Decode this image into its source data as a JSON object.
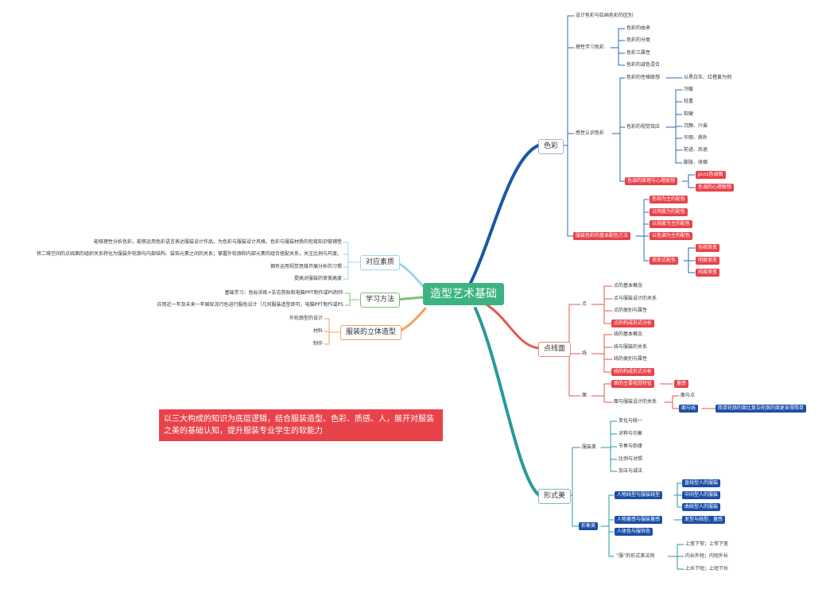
{
  "root": "造型艺术基础",
  "summary": "以三大构成的知识为底层逻辑，结合服装造型、色彩、质感、人，展开对服装之美的基础认知，提升服装专业学生的软能力",
  "colors": {
    "root": "#3cb381",
    "red_tag": "#e8434a",
    "blue_tag": "#1b4fa8",
    "branch_color": "#1858a6",
    "branch_dot": "#e35a4a",
    "branch_form": "#2a9a9a",
    "branch_quality": "#9fd3ee",
    "branch_method": "#7cc26a",
    "branch_3d": "#f0a35a"
  },
  "color": {
    "label": "色彩",
    "diff": "设计色彩与绘画色彩的区别",
    "rational": {
      "label": "理性学习色彩",
      "items": [
        "色彩的由来",
        "色彩的分类",
        "色彩三属性",
        "色彩的减色混合"
      ]
    },
    "perceptual": {
      "label": "感性认识色彩",
      "character": {
        "label": "色彩的性格联想",
        "note": "以黑白灰、红橙黄为例"
      },
      "visual": {
        "label": "色彩的视觉效应",
        "items": [
          "冷暖",
          "轻重",
          "软硬",
          "沉静、兴奋",
          "华丽、质朴",
          "前进、后退",
          "膨胀、收缩"
        ]
      },
      "psych": {
        "label": "色调的原理与心理联想",
        "items": [
          "pccs色调图",
          "色调的心理联想"
        ]
      }
    },
    "scheme": {
      "label": "服装色彩的基本配色方法",
      "items": [
        "色相为主的配色",
        "以明度为的配色",
        "以纯度为主的配色",
        "以色调为主的配色"
      ],
      "gradient": {
        "label": "渐变式配色",
        "items": [
          "色相渐变",
          "明度渐变",
          "纯度渐变"
        ]
      }
    }
  },
  "dotline": {
    "label": "点线面",
    "dot": {
      "label": "点",
      "items": [
        "点的基本概念",
        "点与服装设计的关系",
        "点的类别与属性",
        "点的构成形式分析"
      ]
    },
    "line": {
      "label": "线",
      "items": [
        "线的基本概念",
        "线与服装的关系",
        "线的类别与属性",
        "线的构成形式分析"
      ]
    },
    "plane": {
      "label": "面",
      "feature": "面的主要视觉特征",
      "feature_child": "量感",
      "relation": "面与服装设计的关系",
      "rel_items": [
        "面与点",
        "面与线"
      ],
      "line_child": "简单轮廓的面比复杂轮廓的面更显得简单"
    }
  },
  "form": {
    "label": "形式美",
    "clothing": {
      "label": "服装美",
      "items": [
        "变化与统一",
        "对称与均衡",
        "节奏与韵律",
        "比例与对照",
        "加法与减法"
      ]
    },
    "figure": {
      "label": "形象美",
      "a": {
        "label": "人物线型与服装线型",
        "items": [
          "直线型人的服装",
          "中间型人的服装",
          "曲线型人的服装"
        ]
      },
      "b": {
        "label": "人物量感与服装量感",
        "item": "发型与线型、量感"
      },
      "c": {
        "label": "人体色与服饰色"
      },
      "d": {
        "label": "“服”的形式美法则",
        "items": [
          "上宽下窄；上窄下宽",
          "内长外短；内短外长",
          "上长下短；上短下长"
        ]
      }
    }
  },
  "quality": {
    "label": "对应素质",
    "items": [
      "能够理性分析色彩，能够运用色彩语言表达服装设计作品，为色彩与服装设计风格、色彩与服装材质的衔接知识做铺垫",
      "将二维空间的点线面的组织关系转化为服装外轮廓与内部结构、装饰元素之间的关系；掌握外轮廓和内部元素的组合搭配关系，关注比例与尺度。",
      "拥有运用视觉思维开展分析的习惯",
      "提高对服装的审美高度"
    ]
  },
  "method": {
    "label": "学习方法",
    "items": [
      "基础学习：色标训练+杂志剪贴和电脑PPT制作或PS制作",
      "应用近一年及未来一年国际流行色进行服色设计（几何服装造型即可，电脑PPT制作或PS"
    ]
  },
  "three_d": {
    "label": "服装的立体造型",
    "items": [
      "外轮廓型的设计",
      "材料",
      "制作"
    ]
  }
}
